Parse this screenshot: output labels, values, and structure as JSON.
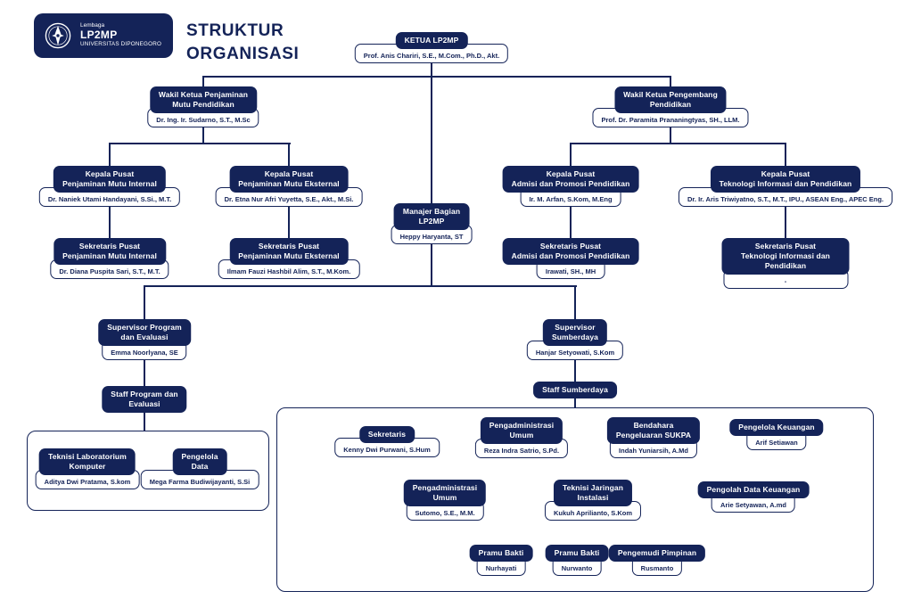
{
  "colors": {
    "navy": "#142358",
    "white": "#ffffff"
  },
  "header": {
    "logo": {
      "line1": "Lembaga",
      "line2": "LP2MP",
      "line3": "UNIVERSITAS DIPONEGORO"
    },
    "title": "STRUKTUR\nORGANISASI"
  },
  "nodes": {
    "ketua": {
      "title": "KETUA LP2MP",
      "name": "Prof. Anis Chariri, S.E., M.Com., Ph.D., Akt."
    },
    "wakil_penjaminan": {
      "title": "Wakil Ketua Penjaminan\nMutu Pendidikan",
      "name": "Dr. Ing. Ir. Sudarno, S.T., M.Sc"
    },
    "wakil_pengembang": {
      "title": "Wakil Ketua Pengembang\nPendidikan",
      "name": "Prof. Dr. Paramita Prananingtyas, SH., LLM."
    },
    "kp_internal": {
      "title": "Kepala Pusat\nPenjaminan Mutu Internal",
      "name": "Dr. Naniek Utami Handayani, S.Si., M.T."
    },
    "kp_eksternal": {
      "title": "Kepala Pusat\nPenjaminan Mutu Eksternal",
      "name": "Dr. Etna Nur Afri Yuyetta, S.E., Akt., M.Si."
    },
    "kp_admisi": {
      "title": "Kepala Pusat\nAdmisi dan Promosi Pendidikan",
      "name": "Ir. M. Arfan, S.Kom, M.Eng"
    },
    "kp_teknologi": {
      "title": "Kepala Pusat\nTeknologi Informasi dan Pendidikan",
      "name": "Dr. Ir. Aris Triwiyatno, S.T., M.T., IPU., ASEAN Eng., APEC Eng."
    },
    "manajer": {
      "title": "Manajer Bagian\nLP2MP",
      "name": "Heppy Haryanta, ST"
    },
    "sp_internal": {
      "title": "Sekretaris Pusat\nPenjaminan Mutu Internal",
      "name": "Dr. Diana Puspita Sari, S.T., M.T."
    },
    "sp_eksternal": {
      "title": "Sekretaris Pusat\nPenjaminan Mutu Eksternal",
      "name": "Ilmam Fauzi Hashbil Alim, S.T., M.Kom."
    },
    "sp_admisi": {
      "title": "Sekretaris Pusat\nAdmisi dan Promosi Pendidikan",
      "name": "Irawati, SH., MH"
    },
    "sp_teknologi": {
      "title": "Sekretaris Pusat\nTeknologi Informasi dan Pendidikan",
      "name": "-"
    },
    "sup_program": {
      "title": "Supervisor Program\ndan Evaluasi",
      "name": "Emma Noorlyana, SE"
    },
    "sup_sumberdaya": {
      "title": "Supervisor\nSumberdaya",
      "name": "Hanjar Setyowati, S.Kom"
    },
    "staff_program": {
      "title": "Staff Program dan\nEvaluasi"
    },
    "staff_sumberdaya": {
      "title": "Staff Sumberdaya"
    },
    "teknisi_lab": {
      "title": "Teknisi Laboratorium\nKomputer",
      "name": "Aditya Dwi Pratama, S.kom"
    },
    "pengelola_data": {
      "title": "Pengelola\nData",
      "name": "Mega Farma Budiwijayanti, S.Si"
    },
    "sekretaris": {
      "title": "Sekretaris",
      "name": "Kenny Dwi Purwani, S.Hum"
    },
    "pengadministrasi_umum_1": {
      "title": "Pengadministrasi\nUmum",
      "name": "Reza Indra Satrio, S.Pd."
    },
    "bendahara": {
      "title": "Bendahara\nPengeluaran SUKPA",
      "name": "Indah Yuniarsih, A.Md"
    },
    "pengelola_keuangan": {
      "title": "Pengelola Keuangan",
      "name": "Arif Setiawan"
    },
    "pengadministrasi_umum_2": {
      "title": "Pengadministrasi\nUmum",
      "name": "Sutomo, S.E., M.M."
    },
    "teknisi_jaringan": {
      "title": "Teknisi Jaringan\nInstalasi",
      "name": "Kukuh Aprilianto, S.Kom"
    },
    "pengolah_data_keuangan": {
      "title": "Pengolah Data Keuangan",
      "name": "Arie Setyawan, A.md"
    },
    "pramu_bakti_1": {
      "title": "Pramu Bakti",
      "name": "Nurhayati"
    },
    "pramu_bakti_2": {
      "title": "Pramu Bakti",
      "name": "Nurwanto"
    },
    "pengemudi": {
      "title": "Pengemudi Pimpinan",
      "name": "Rusmanto"
    }
  }
}
